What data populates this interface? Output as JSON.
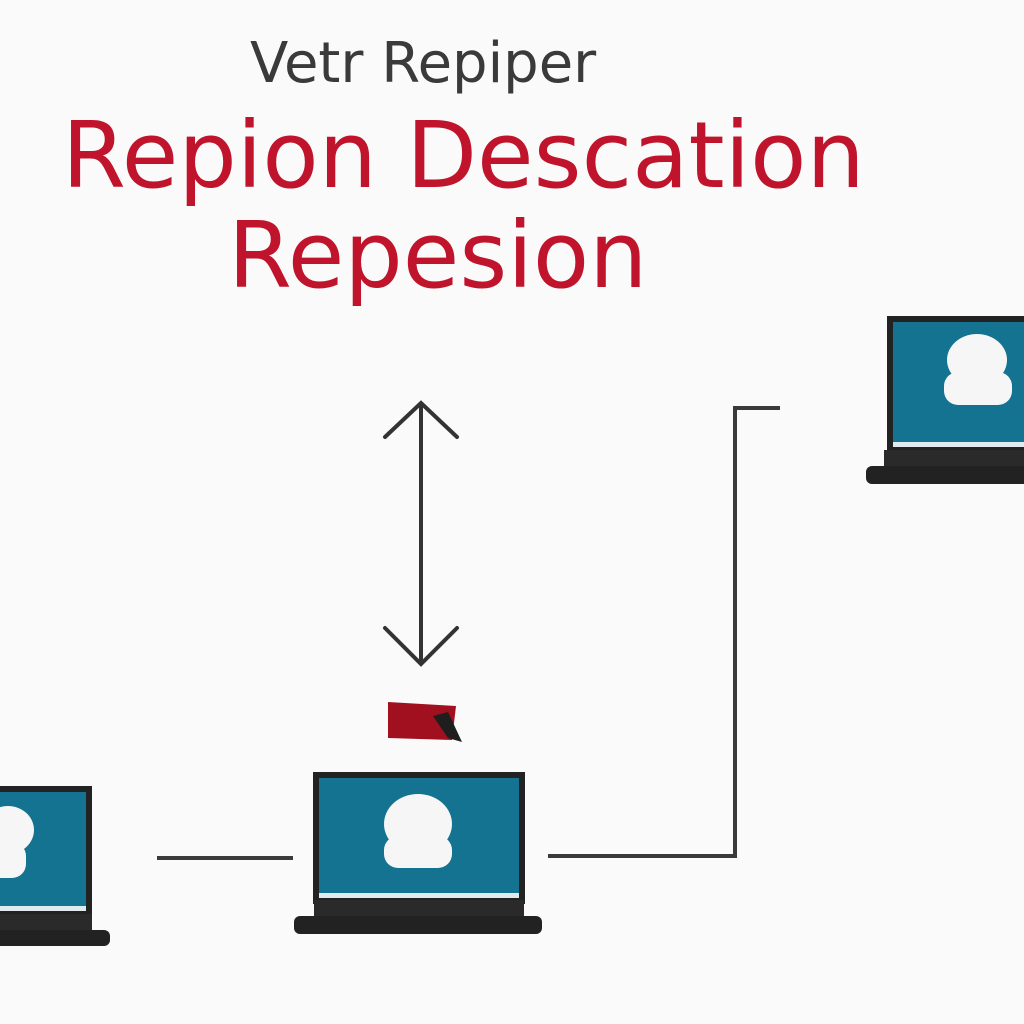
{
  "header": {
    "small_title": "Vetr Repiper",
    "title_line1": "Repion Descation",
    "title_line2": "Repesion"
  },
  "diagram": {
    "nodes": [
      {
        "id": "laptop-right",
        "icon": "user-icon"
      },
      {
        "id": "laptop-center",
        "icon": "user-icon"
      },
      {
        "id": "laptop-left",
        "icon": "user-icon"
      }
    ],
    "marker": {
      "icon": "flag-icon",
      "color": "#a0101f"
    },
    "colors": {
      "screen": "#137390",
      "bezel": "#222222",
      "accent": "#c0142c",
      "line": "#3a3a3a"
    }
  }
}
